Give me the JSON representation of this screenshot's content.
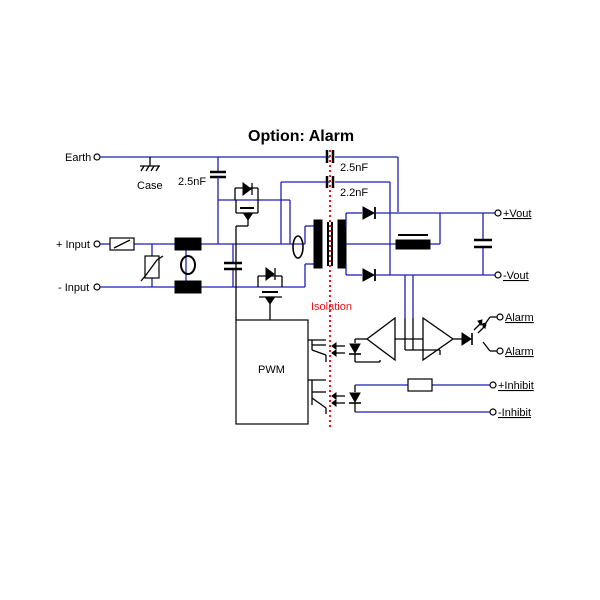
{
  "title": "Option: Alarm",
  "labels": {
    "earth": "Earth",
    "case": "Case",
    "cap_input_earth": "2.5nF",
    "cap_iso_1": "2.5nF",
    "cap_iso_2": "2.2nF",
    "plus_input": "+ Input",
    "minus_input": "- Input",
    "isolation": "Isolation",
    "plus_vout": "+Vout",
    "minus_vout": "-Vout",
    "alarm_1": "Alarm",
    "alarm_2": "Alarm",
    "plus_inhibit": "+Inhibit",
    "minus_inhibit": "-Inhibit",
    "pwm": "PWM"
  },
  "colors": {
    "wire": "#1f1fb4",
    "isolation_line": "#e8141b",
    "component": "#000000"
  }
}
